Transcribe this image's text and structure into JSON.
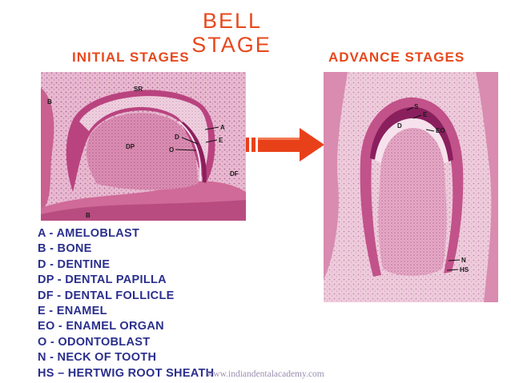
{
  "slide": {
    "title_line1": "BELL",
    "title_line2": "STAGE",
    "left_heading": "INITIAL STAGES",
    "right_heading": "ADVANCE STAGES",
    "watermark": "www.indiandentalacademy.com"
  },
  "left_image": {
    "labels": [
      "SR",
      "B",
      "DP",
      "D",
      "A",
      "E",
      "O",
      "DF",
      "B"
    ]
  },
  "right_image": {
    "labels": [
      "S",
      "E",
      "D",
      "EO",
      "N",
      "HS"
    ]
  },
  "arrow": {
    "color": "#e8411a"
  },
  "legend": [
    "A - AMELOBLAST",
    "B - BONE",
    "D - DENTINE",
    "DP - DENTAL PAPILLA",
    "DF - DENTAL FOLLICLE",
    "E - ENAMEL",
    "EO - ENAMEL ORGAN",
    "O - ODONTOBLAST",
    "N - NECK OF TOOTH",
    "HS – HERTWIG ROOT SHEATH"
  ]
}
